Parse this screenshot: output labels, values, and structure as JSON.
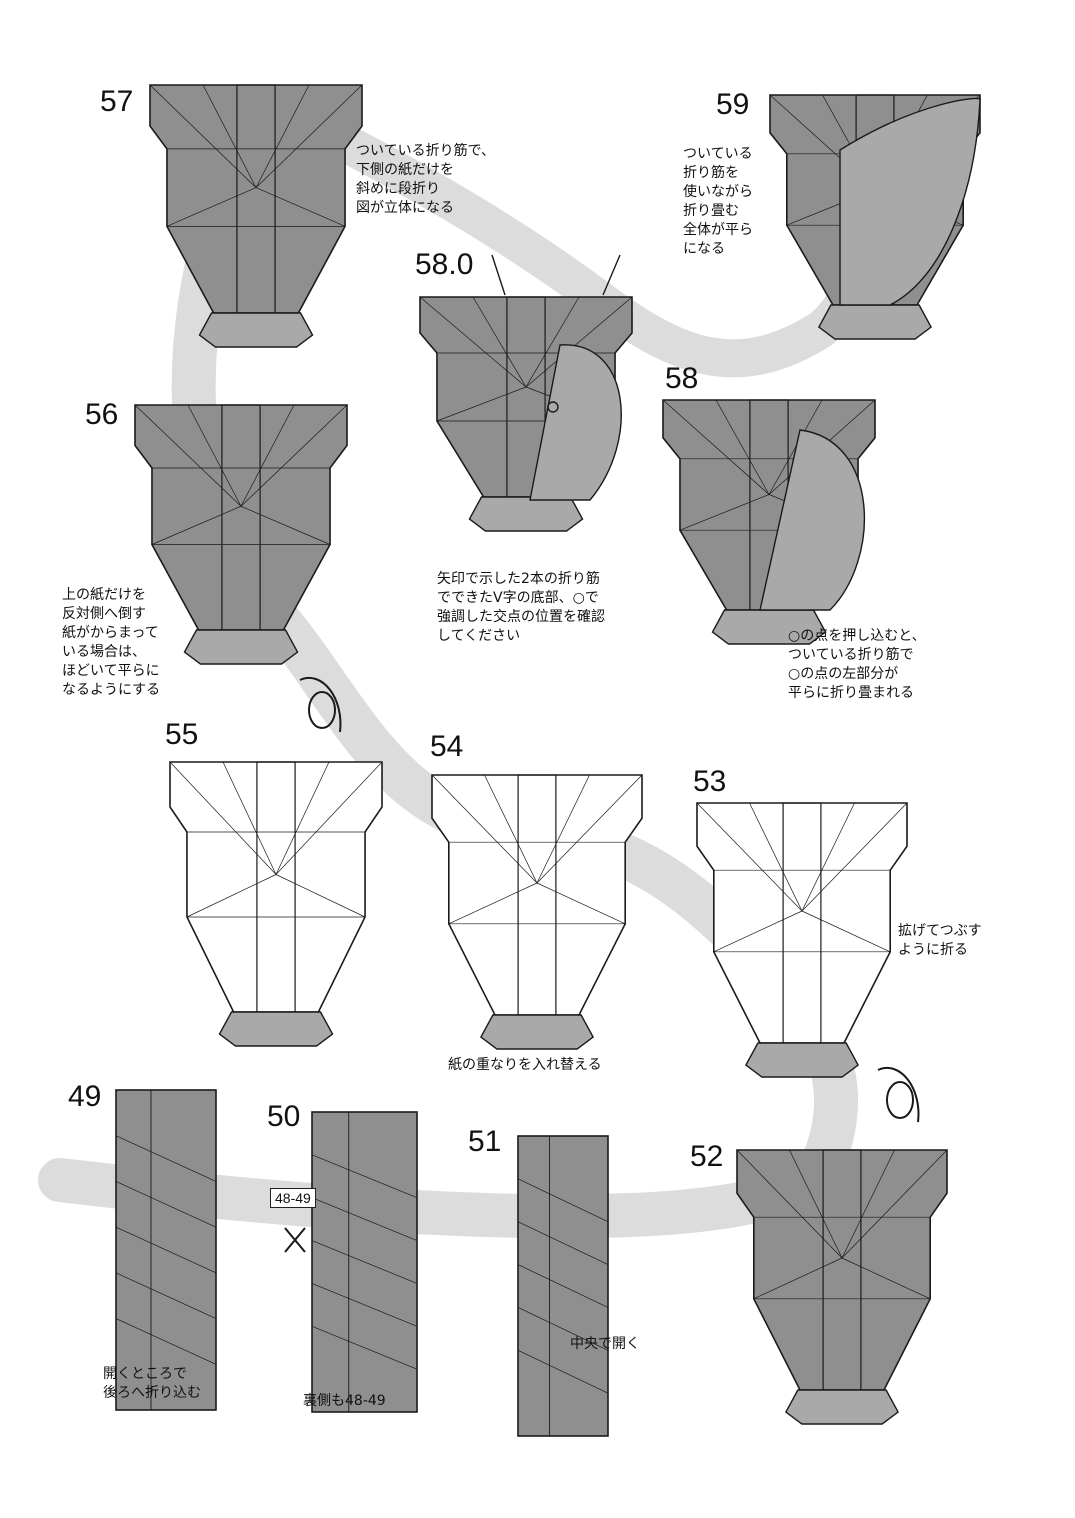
{
  "steps": [
    {
      "id": "57",
      "label": "57",
      "note": "ついている折り筋で、\n下側の紙だけを\n斜めに段折り\n図が立体になる",
      "shade": "dark"
    },
    {
      "id": "58_0",
      "label": "58.0",
      "note": "矢印で示した2本の折り筋\nでできたV字の底部、○で\n強調した交点の位置を確認\nしてください",
      "shade": "dark"
    },
    {
      "id": "59",
      "label": "59",
      "note": "ついている\n折り筋を\n使いながら\n折り畳む\n全体が平ら\nになる",
      "shade": "dark"
    },
    {
      "id": "56",
      "label": "56",
      "note": "上の紙だけを\n反対側へ倒す\n紙がからまって\nいる場合は、\nほどいて平らに\nなるようにする",
      "shade": "dark"
    },
    {
      "id": "58",
      "label": "58",
      "note": "○の点を押し込むと、\nついている折り筋で\n○の点の左部分が\n平らに折り畳まれる",
      "shade": "dark"
    },
    {
      "id": "55",
      "label": "55",
      "note": "",
      "shade": "light"
    },
    {
      "id": "54",
      "label": "54",
      "note": "紙の重なりを入れ替える",
      "shade": "light"
    },
    {
      "id": "53",
      "label": "53",
      "note": "拡げてつぶす\nように折る",
      "shade": "light"
    },
    {
      "id": "49",
      "label": "49",
      "note": "開くところで\n後ろへ折り込む",
      "shade": "dark"
    },
    {
      "id": "50",
      "label": "50",
      "note": "裏側も48-49",
      "ref": "48-49",
      "shade": "dark"
    },
    {
      "id": "51",
      "label": "51",
      "note": "中央で開く",
      "shade": "dark"
    },
    {
      "id": "52",
      "label": "52",
      "note": "",
      "shade": "dark"
    }
  ],
  "colors": {
    "dark_fill": "#8f8f8f",
    "mid_fill": "#a9a9a9",
    "light_fill": "#ffffff",
    "band": "#dcdcdc",
    "line": "#1a1a1a"
  }
}
